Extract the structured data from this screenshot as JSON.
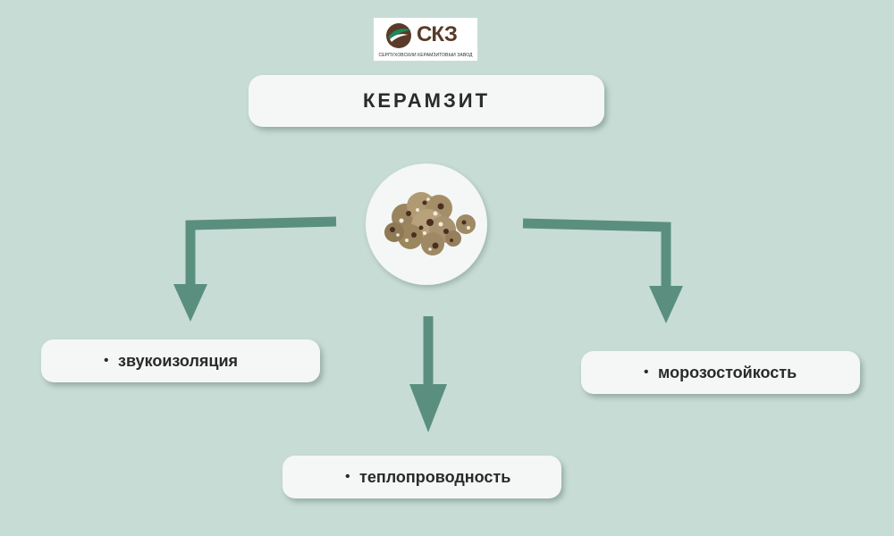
{
  "logo": {
    "letters": "СКЗ",
    "caption": "СЕРПУХОВСКИЙ КЕРАМЗИТОВЫЙ ЗАВОД",
    "icon": "leaf-drop-logo-icon"
  },
  "title": "КЕРАМЗИТ",
  "center_image": "expanded-clay-pellets-icon",
  "properties": {
    "left": "звукоизоляция",
    "right": "морозостойкость",
    "bottom": "теплопроводность"
  },
  "bullet": "•",
  "colors": {
    "background": "#c8dcd6",
    "arrow": "#5a8f7f",
    "card": "#f4f7f6",
    "text": "#2a2a2a",
    "logo_green": "#1a8a5a",
    "logo_brown": "#5a3a28"
  }
}
